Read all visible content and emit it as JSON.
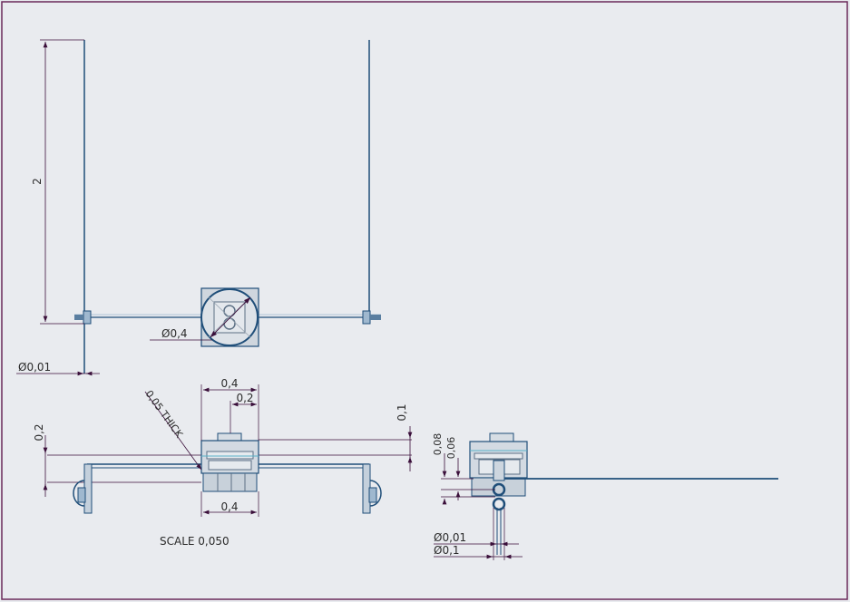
{
  "drawing": {
    "dims": {
      "height_2": "2",
      "dia_04_top": "Ø0,4",
      "dia_001_left": "Ø0,01",
      "w_04_top": "0,4",
      "w_02_top": "0,2",
      "thick": "0,05 THICK",
      "h_02_left": "0,2",
      "h_01_right": "0,1",
      "w_04_bottom": "0,4",
      "h_008": "0,08",
      "h_006": "0,06",
      "dia_001_side": "Ø0,01",
      "dia_01_side": "Ø0,1"
    },
    "scale_label": "SCALE 0,050"
  }
}
